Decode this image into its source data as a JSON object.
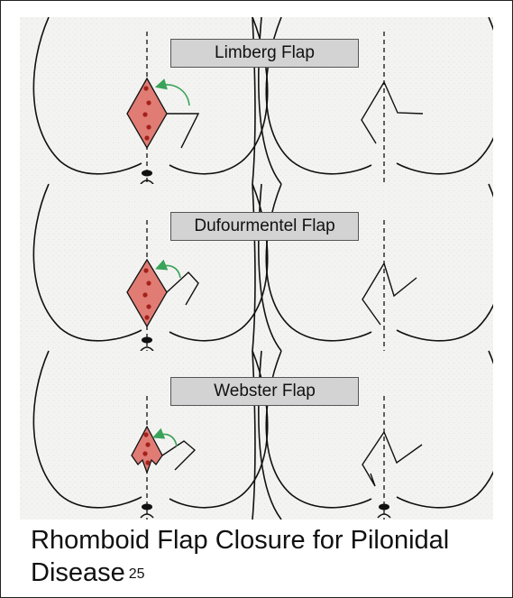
{
  "panels": [
    {
      "label": "Limberg Flap"
    },
    {
      "label": "Dufourmentel Flap"
    },
    {
      "label": "Webster Flap"
    }
  ],
  "caption": {
    "text": "Rhomboid Flap Closure for Pilonidal Disease",
    "reference": "25"
  },
  "colors": {
    "flap_fill": "#e07c74",
    "suture_dot": "#a3221b",
    "arrow": "#3aa35a",
    "label_bg": "#d3d3d3"
  }
}
